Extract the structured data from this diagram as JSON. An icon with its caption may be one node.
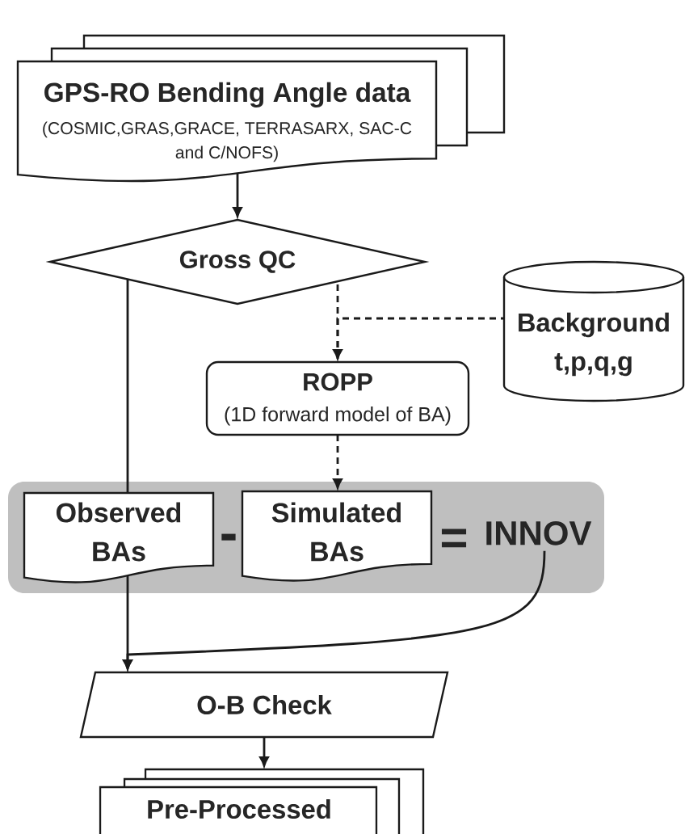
{
  "diagram": {
    "nodes": [
      {
        "text": [
          "GPS-RO Bending Angle data",
          "(COSMIC,GRAS,GRACE, TERRASARX, SAC-C and C/NOFS)"
        ]
      },
      {
        "text": [
          "Gross QC"
        ]
      },
      {
        "text": [
          "Background",
          "t,p,q,g"
        ]
      },
      {
        "text": [
          "ROPP",
          "(1D forward model of BA)"
        ]
      },
      {
        "text": [],
        "shape": "box"
      },
      {
        "text": [
          "Observed BAs"
        ],
        "in": 4
      },
      {
        "text": [
          "Simulated BAs"
        ],
        "in": 4
      },
      {
        "text": [
          "INNOV"
        ],
        "in": 4
      },
      {
        "text": [
          "O-B Check"
        ]
      },
      {
        "text": [
          "Pre-Processed"
        ]
      }
    ],
    "edges": [
      {
        "from": 0,
        "to": 1,
        "arrow": "to"
      },
      {
        "from": 1,
        "to": 3,
        "arrow": "none",
        "style": "dashed"
      },
      {
        "from": 2,
        "to": 3,
        "arrow": "to",
        "style": "dashed"
      },
      {
        "from": 1,
        "to": 5,
        "arrow": "none"
      },
      {
        "from": 3,
        "to": 6,
        "arrow": "to",
        "style": "dashed"
      },
      {
        "from": 5,
        "to": 8,
        "arrow": "to"
      },
      {
        "from": 7,
        "to": 8,
        "arrow": "to"
      },
      {
        "from": 8,
        "to": 9,
        "arrow": "to"
      }
    ],
    "labels": [
      "-",
      "="
    ]
  }
}
